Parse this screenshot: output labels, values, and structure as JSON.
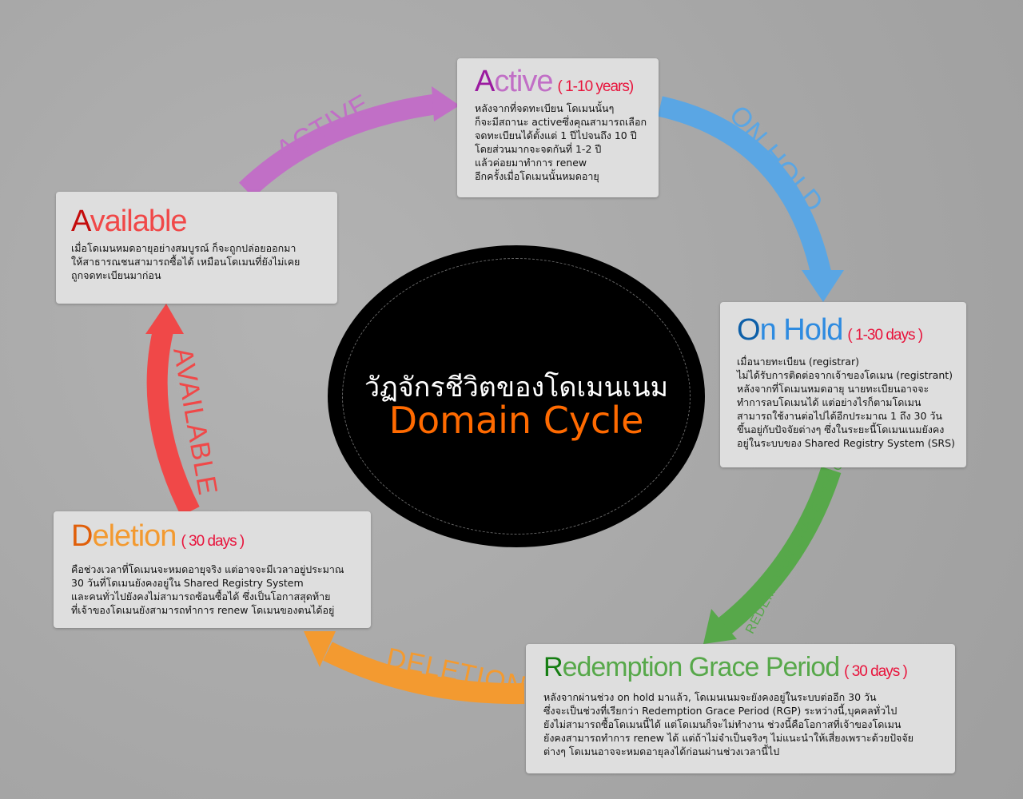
{
  "center": {
    "title_th": "วัฏจักรชีวิตของโดเมนเนม",
    "title_en": "Domain Cycle"
  },
  "arc_labels": {
    "active": "ACTIVE",
    "on_hold": "ON HOLD",
    "rgp": "REDEMPTION GRACE PERIOD",
    "deletion": "DELETION",
    "available": "AVAILABLE"
  },
  "colors": {
    "active": "#c16fc6",
    "on_hold": "#5aa6e4",
    "rgp": "#57a84a",
    "deletion": "#f39a30",
    "available": "#f04848",
    "duration": "#e8143c"
  },
  "cards": {
    "active": {
      "title_first": "A",
      "title_rest": "ctive",
      "duration": "( 1-10 years)",
      "lines": [
        "หลังจากที่จดทะเบียน โดเมนนั้นๆ",
        "ก็จะมีสถานะ activeซึ่งคุณสามารถเลือก",
        "จดทะเบียนได้ตั้งแต่ 1 ปีไปจนถึง 10 ปี",
        "โดยส่วนมากจะจดกันที่ 1-2 ปี",
        "แล้วค่อยมาทำการ renew",
        "อีกครั้งเมื่อโดเมนนั้นหมดอายุ"
      ]
    },
    "on_hold": {
      "title_first": "O",
      "title_rest": "n Hold",
      "duration": "( 1-30 days )",
      "lines": [
        "เมื่อนายทะเบียน (registrar)",
        "ไม่ได้รับการติดต่อจากเจ้าของโดเมน (registrant)",
        "หลังจากที่โดเมนหมดอายุ นายทะเบียนอาจจะ",
        "ทำการลบโดเมนได้ แต่อย่างไรก็ตามโดเมน",
        "สามารถใช้งานต่อไปได้อีกประมาณ 1 ถึง 30 วัน",
        "ขึ้นอยู่กับปัจจัยต่างๆ ซึ่งในระยะนี้โดเมนเนมยังคง",
        "อยู่ในระบบของ Shared Registry System (SRS)"
      ]
    },
    "rgp": {
      "title_first": "R",
      "title_rest": "edemption Grace Period",
      "duration": "( 30 days )",
      "lines": [
        "หลังจากผ่านช่วง on hold มาแล้ว, โดเมนเนมจะยังคงอยู่ในระบบต่ออีก 30 วัน",
        "ซึ่งจะเป็นช่วงที่เรียกว่า Redemption Grace Period (RGP) ระหว่างนี้,บุคคลทั่วไป",
        "ยังไม่สามารถซื้อโดเมนนี้ได้ แต่โดเมนก็จะไม่ทำงาน ช่วงนี้คือโอกาสที่เจ้าของโดเมน",
        "ยังคงสามารถทำการ renew ได้ แต่ถ้าไม่จำเป็นจริงๆ ไม่แนะนำให้เสี่ยงเพราะด้วยปัจจัย",
        "ต่างๆ โดเมนอาจจะหมดอายุลงได้ก่อนผ่านช่วงเวลานี้ไป"
      ]
    },
    "deletion": {
      "title_first": "D",
      "title_rest": "eletion",
      "duration": "( 30 days )",
      "lines": [
        "คือช่วงเวลาที่โดเมนจะหมดอายุจริง แต่อาจจะมีเวลาอยู่ประมาณ",
        "30 วันที่โดเมนยังคงอยู่ใน Shared Registry System",
        "และคนทั่วไปยังคงไม่สามารถซ้อนซื้อได้ ซึ่งเป็นโอกาสสุดท้าย",
        "ที่เจ้าของโดเมนยังสามารถทำการ  renew โดเมนของตนได้อยู่"
      ]
    },
    "available": {
      "title_first": "A",
      "title_rest": "vailable",
      "lines": [
        "เมื่อโดเมนหมดอายุอย่างสมบูรณ์ ก็จะถูกปล่อยออกมา",
        "ให้สาธารณชนสามารถซื้อได้ เหมือนโดเมนที่ยังไม่เคย",
        "ถูกจดทะเบียนมาก่อน"
      ]
    }
  }
}
